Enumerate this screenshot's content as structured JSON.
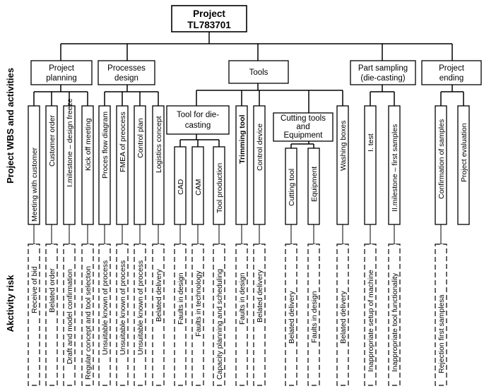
{
  "root": {
    "line1": "Project",
    "line2": "TL783701"
  },
  "side_labels": {
    "wbs": "Project WBS and activities",
    "risk": "Akctivity risk"
  },
  "phases": {
    "planning": {
      "line1": "Project",
      "line2": "planning"
    },
    "processes": {
      "line1": "Processes",
      "line2": "design"
    },
    "tools": {
      "line1": "Tools"
    },
    "sampling": {
      "line1": "Part sampling",
      "line2": "(die-casting)"
    },
    "ending": {
      "line1": "Project",
      "line2": "ending"
    }
  },
  "subgroups": {
    "die_casting": {
      "line1": "Tool for die-",
      "line2": "casting"
    },
    "cutting": {
      "line1": "Cutting tools",
      "line2": "and",
      "line3": "Equipment"
    }
  },
  "activities": {
    "meeting_with_customer": "Meeting with customer",
    "customer_order": "Customer order",
    "milestone_design_freeze": "I.milestone – design freeze",
    "kick_off_meeting": "Kick off meeting",
    "proces_flow_diagram": "Proces flow diagram",
    "fmea": "FMEA of preocess",
    "control_plan": "Control plan",
    "logistics_concept": "Logistics concept",
    "cad": "CAD",
    "cam": "CAM",
    "tool_production": "Tool production",
    "trimming_tool": "Trimming tool",
    "control_device": "Control device",
    "cutting_tool": "Cutting tool",
    "equipment": "Equipment",
    "washing_boxes": "Washing boxes",
    "i_test": "I. test",
    "milestone_first_samples": "II.milestone – first samples",
    "confirmation_of_samples": "Confirmation of samples",
    "project_evaluation": "Project evaluation"
  },
  "risks": {
    "receive_of_bid": "Receive of bid",
    "belated_order": "Belated order",
    "draft_confirmation": "Draft and model confirmation",
    "regular_concept": "Regular concept and tool  selection",
    "unsuitable_1": "Unsuitable known of process",
    "unsuitable_2": "Unsuitable known of process",
    "unsuitable_3": "Unsuitable known of process",
    "belated_delivery_1": "Belated delivery",
    "faults_in_design_1": "Faults in design",
    "faults_in_technology": "Faults in technology",
    "capacity_planning": "Capacity planning and scheduling",
    "faults_in_design_2": "Faults in design",
    "belated_delivery_2": "Belated delivery",
    "belated_delivery_3": "Belated delivery",
    "faults_in_design_3": "Faults in design",
    "belated_delivery_4": "Belated delivery",
    "inappropriate_setup": "Inappropriate setup of machine",
    "inappropriate_tool": "Inappropriate tool functionality",
    "rejection_first_samples": "Rejection first samplesa"
  }
}
